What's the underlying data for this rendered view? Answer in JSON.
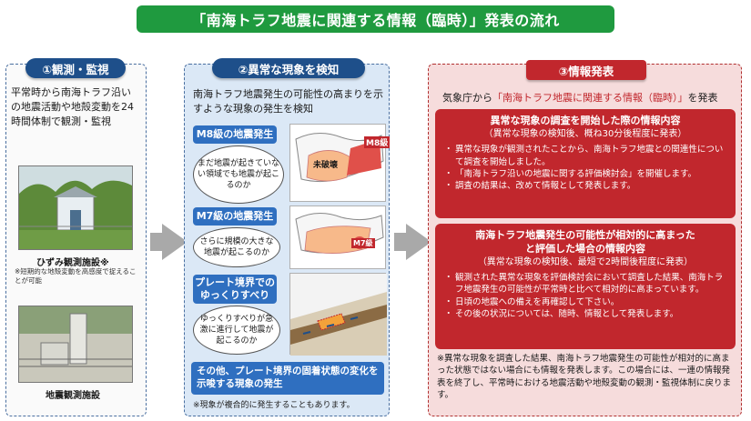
{
  "title": "「南海トラフ地震に関連する情報（臨時）」発表の流れ",
  "colors": {
    "title_bg": "#1f9a3f",
    "step_blue": "#1e4f8a",
    "tag_blue": "#2f6fc0",
    "step_red": "#c1272d"
  },
  "step1": {
    "heading": "①観測・監視",
    "description": "平常時から南海トラフ沿いの地震活動や地殻変動を24時間体制で観測・監視",
    "photo1_caption": "ひずみ観測施設※",
    "photo1_note": "※短期的な地殻変動を高感度で捉えることが可能",
    "photo2_caption": "地震観測施設"
  },
  "step2": {
    "heading": "②異常な現象を検知",
    "description": "南海トラフ地震発生の可能性の高まりを示すような現象の発生を検知",
    "case1": {
      "tag": "M8級の地震発生",
      "bubble": "まだ地震が起きていない領域でも地震が起こるのか",
      "map_label_unbroken": "未破壊",
      "map_label_quake": "M8級"
    },
    "case2": {
      "tag": "M7級の地震発生",
      "bubble": "さらに規模の大きな地震が起こるのか",
      "map_label_quake": "M7級"
    },
    "case3": {
      "tag": "プレート境界でのゆっくりすべり",
      "bubble": "ゆっくりすべりが急激に進行して地震が起こるのか"
    },
    "other": "その他、プレート境界の固着状態の変化を示唆する現象の発生",
    "note": "※現象が複合的に発生することもあります。"
  },
  "step3": {
    "heading": "③情報発表",
    "intro_prefix": "気象庁から",
    "intro_highlight": "「南海トラフ地震に関連する情報（臨時）」",
    "intro_suffix": "を発表",
    "box1": {
      "title": "異常な現象の調査を開始した際の情報内容",
      "subtitle": "（異常な現象の検知後、概ね30分後程度に発表）",
      "items": [
        "異常な現象が観測されたことから、南海トラフ地震との関連性について調査を開始しました。",
        "「南海トラフ沿いの地震に関する評価検討会」を開催します。",
        "調査の結果は、改めて情報として発表します。"
      ]
    },
    "box2": {
      "title_line1": "南海トラフ地震発生の可能性が相対的に高まった",
      "title_line2": "と評価した場合の情報内容",
      "subtitle": "（異常な現象の検知後、最短で2時間後程度に発表）",
      "items": [
        "観測された異常な現象を評価検討会において調査した結果、南海トラフ地震発生の可能性が平常時と比べて相対的に高まっています。",
        "日頃の地震への備えを再確認して下さい。",
        "その後の状況については、随時、情報として発表します。"
      ]
    },
    "note": "※異常な現象を調査した結果、南海トラフ地震発生の可能性が相対的に高まった状態ではない場合にも情報を発表します。この場合には、一連の情報発表を終了し、平常時における地震活動や地殻変動の観測・監視体制に戻ります。"
  }
}
